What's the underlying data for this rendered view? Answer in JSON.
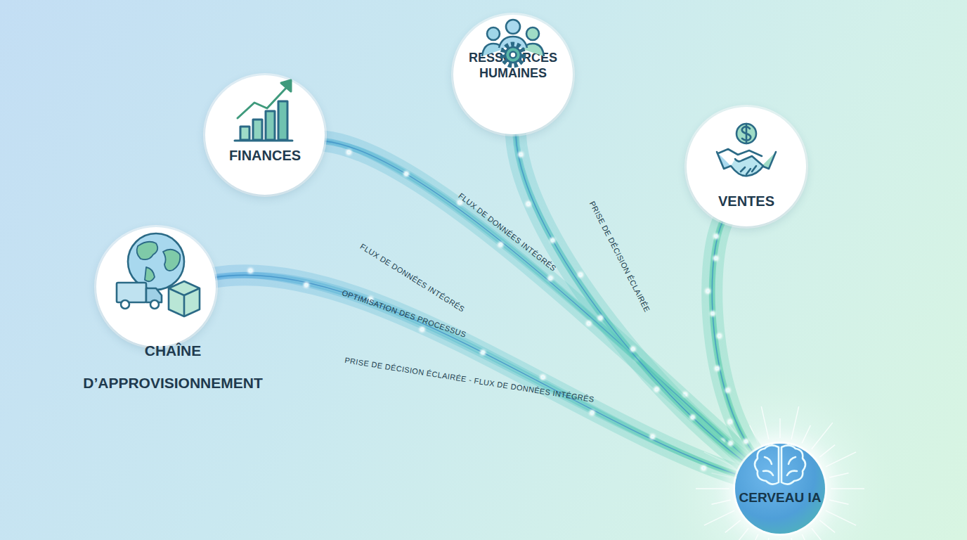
{
  "diagram": {
    "nodes": [
      {
        "text": [
          "FINANCES"
        ]
      },
      {
        "text": [
          "RESSOURCES HUMAINES"
        ]
      },
      {
        "text": [
          "VENTES"
        ]
      },
      {
        "text": [
          "CHAÎNE D’APPROVISIONNEMENT"
        ]
      },
      {
        "text": [
          "CERVEAU IA"
        ]
      }
    ],
    "edges": [
      {
        "from": 0,
        "to": 4,
        "arrow": "none",
        "label": "FLUX DE DONNÉES INTÉGRÉS"
      },
      {
        "from": 1,
        "to": 4,
        "arrow": "none",
        "label": "PRISE DE DÉCISION ÉCLAIRÉE"
      },
      {
        "from": 2,
        "to": 4,
        "arrow": "none"
      },
      {
        "from": 3,
        "to": 4,
        "arrow": "none",
        "label": "PRISE DE DÉCISION ÉCLAIRÉE - FLUX DE DONNÉES INTÉGRÉS"
      }
    ],
    "labels": [
      "FLUX DE DONNÉES INTÉGRÉS",
      "OPTIMISATION DES PROCESSUS"
    ]
  }
}
